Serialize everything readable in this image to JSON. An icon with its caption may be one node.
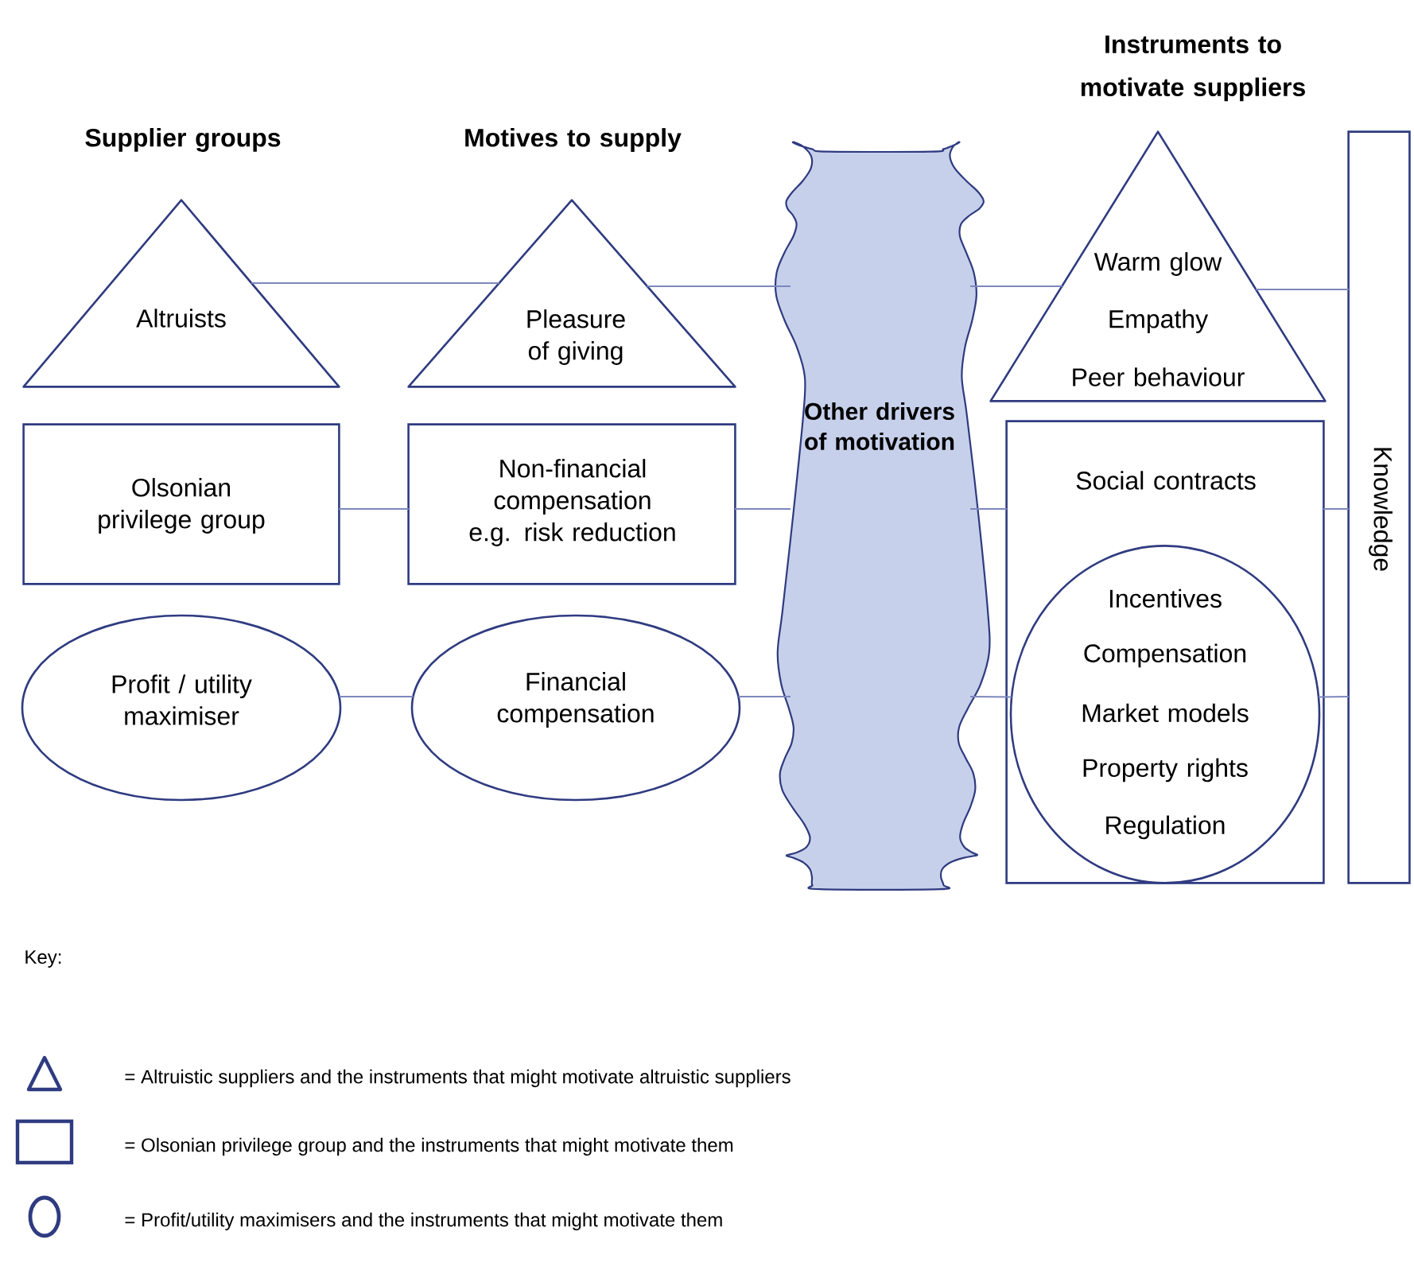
{
  "diagram": {
    "nodes": [
      {
        "text": [
          "Altruists"
        ]
      },
      {
        "text": [
          "Pleasure of giving"
        ]
      },
      {
        "text": [
          "Other drivers of motivation"
        ]
      },
      {
        "text": [
          "Warm glow",
          "Empathy",
          "Peer behaviour"
        ]
      },
      {
        "text": [
          "Knowledge"
        ]
      },
      {
        "text": [
          "Olsonian privilege group"
        ]
      },
      {
        "text": [
          "Non-financial compensation e.g. risk reduction"
        ]
      },
      {
        "text": [
          "Social contracts"
        ]
      },
      {
        "text": [
          "Incentives",
          "Compensation",
          "Market models",
          "Property rights",
          "Regulation"
        ],
        "in": 7
      },
      {
        "text": [
          "Profit / utility maximiser"
        ]
      },
      {
        "text": [
          "Financial compensation"
        ]
      }
    ],
    "edges": [
      {
        "from": 0,
        "to": 1,
        "arrow": "none"
      },
      {
        "from": 1,
        "to": 2,
        "arrow": "none"
      },
      {
        "from": 2,
        "to": 3,
        "arrow": "none"
      },
      {
        "from": 3,
        "to": 4,
        "arrow": "none"
      },
      {
        "from": 5,
        "to": 6,
        "arrow": "none"
      },
      {
        "from": 6,
        "to": 2,
        "arrow": "none"
      },
      {
        "from": 2,
        "to": 7,
        "arrow": "none"
      },
      {
        "from": 7,
        "to": 4,
        "arrow": "none"
      },
      {
        "from": 9,
        "to": 10,
        "arrow": "none"
      },
      {
        "from": 10,
        "to": 2,
        "arrow": "none"
      },
      {
        "from": 2,
        "to": 8,
        "arrow": "none"
      },
      {
        "from": 8,
        "to": 4,
        "arrow": "none"
      }
    ],
    "labels": [
      "Instruments to motivate suppliers",
      "Supplier groups",
      "Motives to supply",
      "Key:"
    ],
    "legend": [
      {
        "text": "= Altruistic suppliers and the instruments that might motivate altruistic suppliers"
      },
      {
        "text": "= Olsonian privilege group and the instruments that might motivate them"
      },
      {
        "text": "= Profit/utility maximisers and the instruments that might motivate them"
      }
    ]
  }
}
